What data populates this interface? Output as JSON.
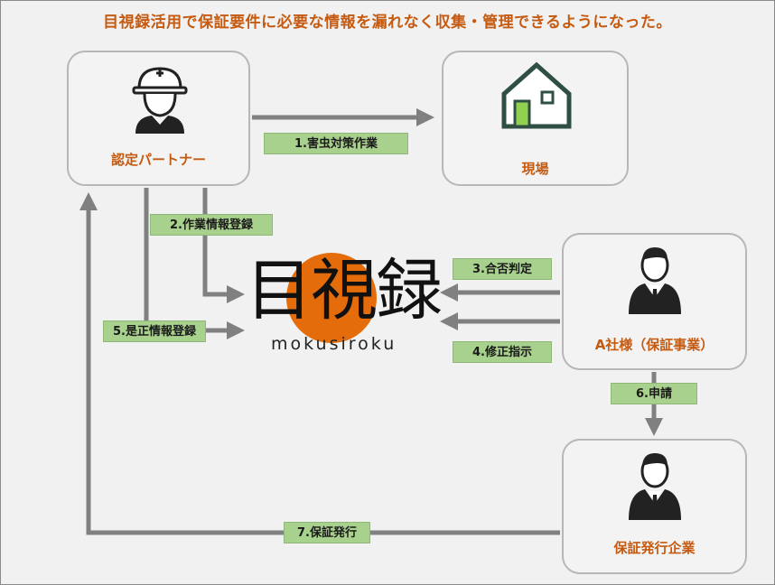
{
  "title": "目視録活用で保証要件に必要な情報を漏れなく収集・管理できるようになった。",
  "nodes": {
    "partner": "認定パートナー",
    "site": "現場",
    "company_a": "A社様（保証事業）",
    "guarantor": "保証発行企業"
  },
  "logo": {
    "kanji": "目視録",
    "roman": "mokusiroku",
    "accent_color": "#e46c0a"
  },
  "steps": {
    "s1": "1.害虫対策作業",
    "s2": "2.作業情報登録",
    "s3": "3.合否判定",
    "s4": "4.修正指示",
    "s5": "5.是正情報登録",
    "s6": "6.申請",
    "s7": "7.保証発行"
  },
  "colors": {
    "accent": "#c55a11",
    "step_fill": "#a9d18e",
    "arrow": "#808080",
    "house": "#2f4f43",
    "door": "#92d050"
  }
}
